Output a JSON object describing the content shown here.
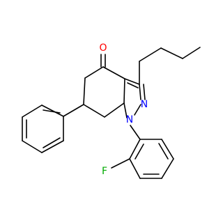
{
  "molecule": {
    "atoms": {
      "oxygen": "O",
      "nitrogen_2": "N",
      "nitrogen_1": "N",
      "fluorine": "F"
    },
    "colors": {
      "bond": "#000000",
      "oxygen": "#ff0000",
      "nitrogen": "#0000ff",
      "fluorine": "#00aa00",
      "background": "#ffffff"
    }
  }
}
